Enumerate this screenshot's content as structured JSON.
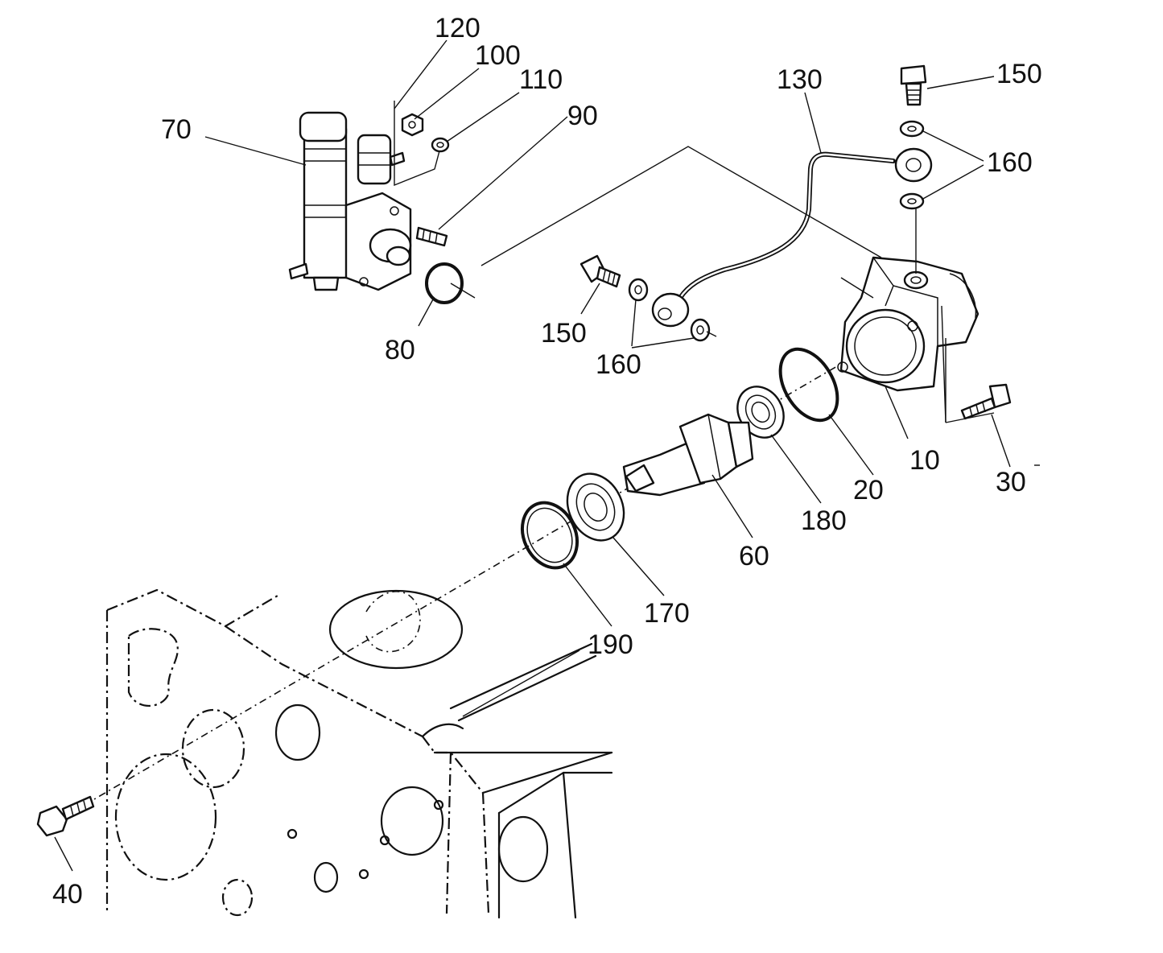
{
  "callouts": [
    {
      "id": "p120",
      "text": "120"
    },
    {
      "id": "p100",
      "text": "100"
    },
    {
      "id": "p110",
      "text": "110"
    },
    {
      "id": "p90",
      "text": "90"
    },
    {
      "id": "p70",
      "text": "70"
    },
    {
      "id": "p80",
      "text": "80"
    },
    {
      "id": "p130",
      "text": "130"
    },
    {
      "id": "p150a",
      "text": "150"
    },
    {
      "id": "p160a",
      "text": "160"
    },
    {
      "id": "p150b",
      "text": "150"
    },
    {
      "id": "p160b",
      "text": "160"
    },
    {
      "id": "p10",
      "text": "10"
    },
    {
      "id": "p20",
      "text": "20"
    },
    {
      "id": "p30",
      "text": "30"
    },
    {
      "id": "p180",
      "text": "180"
    },
    {
      "id": "p60",
      "text": "60"
    },
    {
      "id": "p170",
      "text": "170"
    },
    {
      "id": "p190",
      "text": "190"
    },
    {
      "id": "p40",
      "text": "40"
    }
  ]
}
